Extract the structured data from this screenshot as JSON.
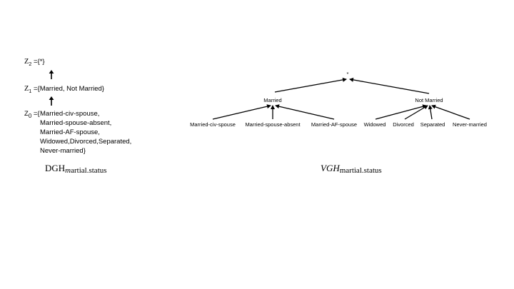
{
  "dgh": {
    "z2": {
      "label": "Z",
      "sub": "2",
      "value": " ={*}"
    },
    "z1": {
      "label": "Z",
      "sub": "1",
      "value": " ={Married, Not Married}"
    },
    "z0": {
      "label": "Z",
      "sub": "0",
      "value_prefix": " ={",
      "lines": [
        "Married-civ-spouse,",
        "Married-spouse-absent,",
        "Married-AF-spouse,",
        "Widowed,Divorced,Separated,",
        "Never-married}"
      ]
    },
    "caption": {
      "main": "DGH",
      "sub_italic": "m",
      "sub_rest": "artial.status"
    }
  },
  "vgh": {
    "root": "*",
    "level1": [
      "Married",
      "Not Married"
    ],
    "married_children": [
      "Married-civ-spouse",
      "Married-spouse-absent",
      "Married-AF-spouse"
    ],
    "not_married_children": [
      "Widowed",
      "Divorced",
      "Separated",
      "Never-married"
    ],
    "caption": {
      "main": "VGH",
      "sub": "martial.status"
    }
  }
}
